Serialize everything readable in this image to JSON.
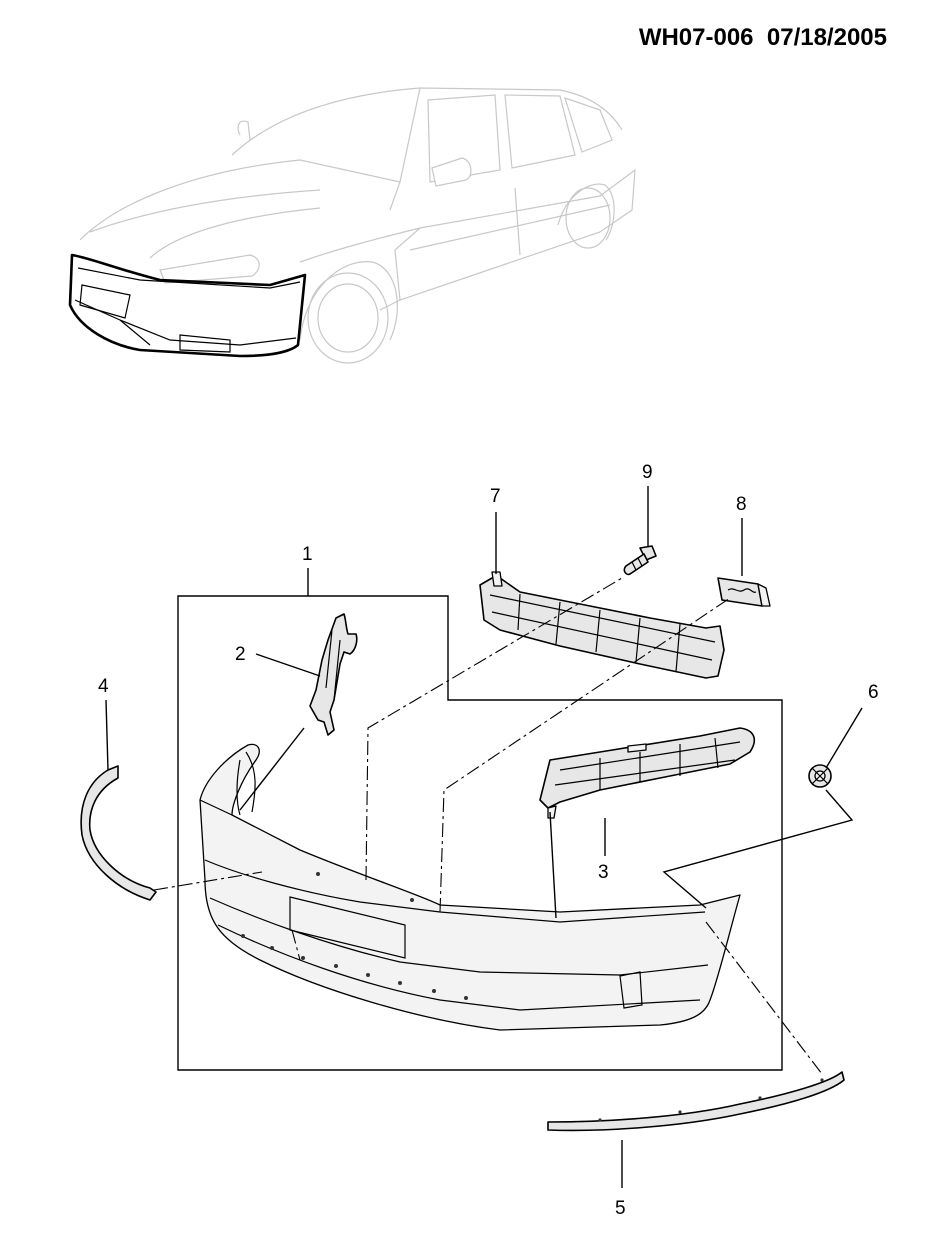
{
  "header": {
    "diagram_code": "WH07-006",
    "date": "07/18/2005"
  },
  "callouts": [
    {
      "id": "1",
      "label": "1"
    },
    {
      "id": "2",
      "label": "2"
    },
    {
      "id": "3",
      "label": "3"
    },
    {
      "id": "4",
      "label": "4"
    },
    {
      "id": "5",
      "label": "5"
    },
    {
      "id": "6",
      "label": "6"
    },
    {
      "id": "7",
      "label": "7"
    },
    {
      "id": "8",
      "label": "8"
    },
    {
      "id": "9",
      "label": "9"
    }
  ],
  "colors": {
    "ink": "#000000",
    "ghost_outline": "#c8c8c8",
    "part_fill": "#e7e7e7"
  }
}
